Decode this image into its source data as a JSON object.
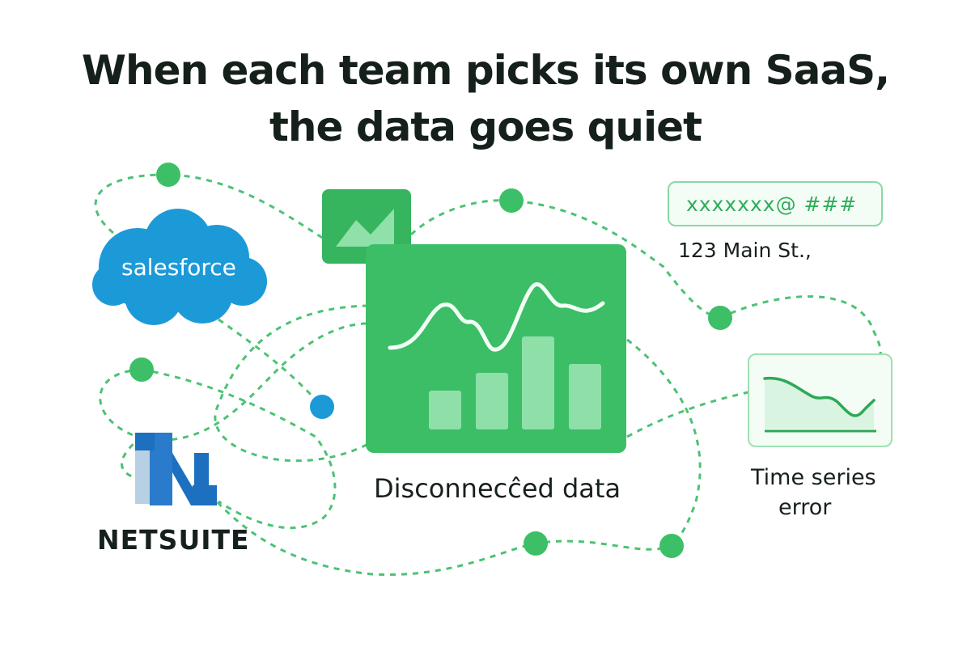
{
  "title": {
    "line1": "When each team picks its own SaaS,",
    "line2": "the data goes quiet"
  },
  "nodes": {
    "salesforce": {
      "label": "salesforce",
      "icon": "salesforce-cloud-logo"
    },
    "netsuite": {
      "label": "NETSUITE",
      "icon": "netsuite-logo"
    },
    "center": {
      "label": "Disconnecĉed data",
      "icon": "dashboard-chart-icon"
    },
    "email_field": {
      "value": "xxxxxxx@ ###"
    },
    "address": {
      "value": "123 Main St.,"
    },
    "timeseries": {
      "line1": "Time series",
      "line2": "error",
      "icon": "timeseries-chart-icon"
    }
  },
  "colors": {
    "green": "#3dbe68",
    "green_dark": "#2fa856",
    "green_light": "#8fe0a9",
    "salesforce_blue": "#1c9ad8",
    "netsuite_blue": "#1d6fbf",
    "text": "#17211c"
  }
}
